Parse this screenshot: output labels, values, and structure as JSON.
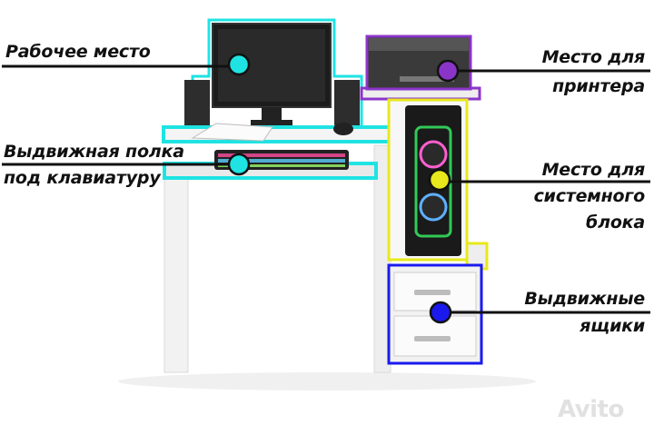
{
  "labels": {
    "workplace": "Рабочее место",
    "keyboard_line1": "Выдвижная полка",
    "keyboard_line2": "под клавиатуру",
    "printer_line1": "Место для",
    "printer_line2": "принтера",
    "pc_line1": "Место для",
    "pc_line2": "системного",
    "pc_line3": "блока",
    "drawers_line1": "Выдвижные",
    "drawers_line2": "ящики"
  },
  "colors": {
    "cyan": "#1fe3e3",
    "purple": "#8b35c8",
    "yellow": "#e8e81c",
    "blue": "#1a1aee"
  },
  "watermark": "Avito"
}
